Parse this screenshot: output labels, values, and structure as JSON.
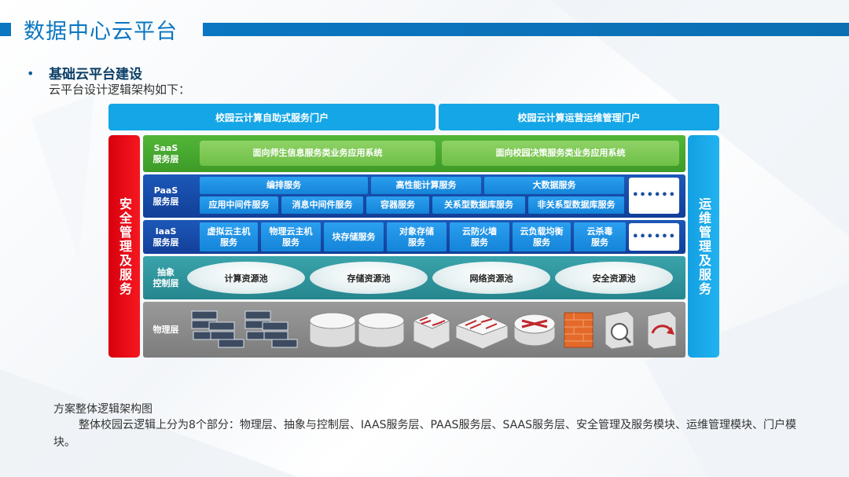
{
  "header": {
    "title": "数据中心云平台"
  },
  "section": {
    "bullet": "•",
    "title": "基础云平台建设",
    "description": "云平台设计逻辑架构如下："
  },
  "portals": [
    "校园云计算自助式服务门户",
    "校园云计算运营运维管理门户"
  ],
  "sides": {
    "left": "安全管理及服务",
    "right": "运维管理及服务"
  },
  "layers": {
    "saas": {
      "label": "SaaS\n服务层",
      "items": [
        "面向师生信息服务类业务应用系统",
        "面向校园决策服务类业务应用系统"
      ]
    },
    "paas": {
      "label": "PaaS\n服务层",
      "row1": [
        "编排服务",
        "高性能计算服务",
        "大数据服务"
      ],
      "row2": [
        "应用中间件服务",
        "消息中间件服务",
        "容器服务",
        "关系型数据库服务",
        "非关系型数据库服务"
      ],
      "more": "••••••"
    },
    "iaas": {
      "label": "IaaS\n服务层",
      "items": [
        "虚拟云主机\n服务",
        "物理云主机\n服务",
        "块存储服务",
        "对象存储\n服务",
        "云防火墙\n服务",
        "云负载均衡\n服务",
        "云杀毒\n服务"
      ],
      "more": "••••••"
    },
    "abstraction": {
      "label": "抽象\n控制层",
      "pools": [
        "计算资源池",
        "存储资源池",
        "网络资源池",
        "安全资源池"
      ]
    },
    "physical": {
      "label": "物理层",
      "devices": [
        "server-rack",
        "server-rack",
        "storage-disk",
        "storage-disk",
        "switch",
        "switch",
        "router",
        "firewall",
        "scanner",
        "antivirus"
      ]
    }
  },
  "caption": {
    "title": "方案整体逻辑架构图",
    "body": "整体校园云逻辑上分为8个部分：物理层、抽象与控制层、IAAS服务层、PAAS服务层、SAAS服务层、安全管理及服务模块、运维管理模块、门户模块。"
  },
  "colors": {
    "brand": "#0b76c1",
    "portal": "#14a6e6",
    "security": "#e60012",
    "saas": "#4caf32",
    "paas": "#1a4fae",
    "abstraction": "#2f959d",
    "physical": "#8c8c8c"
  }
}
